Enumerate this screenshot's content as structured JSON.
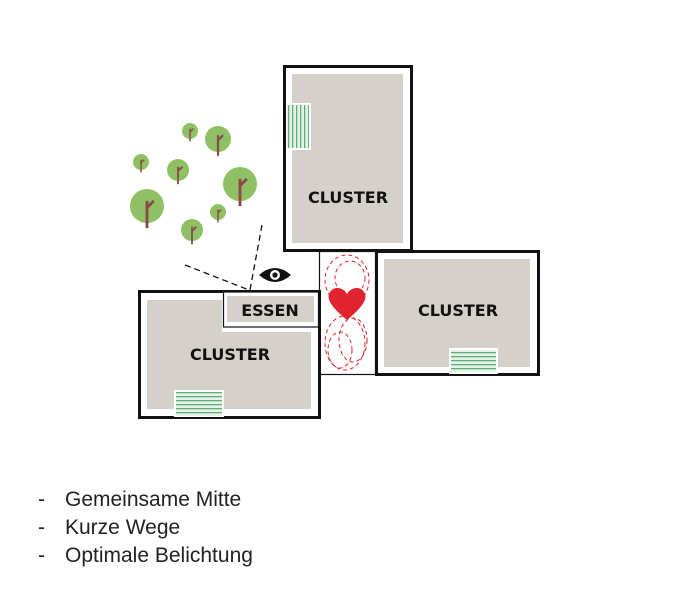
{
  "diagram": {
    "clusters": [
      {
        "label": "CLUSTER"
      },
      {
        "label": "CLUSTER"
      },
      {
        "label": "CLUSTER"
      }
    ],
    "dining": {
      "label": "ESSEN"
    },
    "icons": [
      "eye-icon",
      "heart-icon",
      "tree-icon",
      "stairs-icon"
    ],
    "colors": {
      "room": "#d6d0ca",
      "tree": "#8fc064",
      "trunk": "#8a4a4a",
      "heart": "#e0232e",
      "stairs": "#5fae7a"
    }
  },
  "list": {
    "bullet": "-",
    "items": [
      "Gemeinsame Mitte",
      "Kurze Wege",
      "Optimale Belichtung"
    ]
  }
}
